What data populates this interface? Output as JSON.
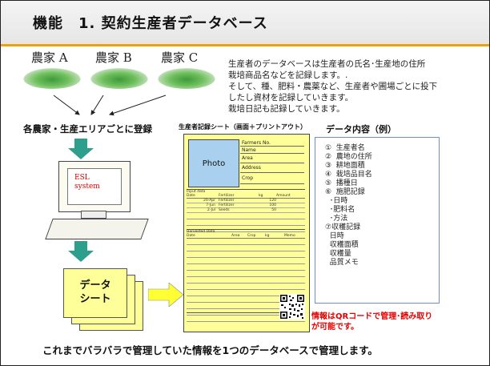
{
  "title": "機能　1. 契約生産者データベース",
  "farmers": [
    "農家 A",
    "農家 B",
    "農家 C"
  ],
  "description_lines": [
    "生産者のデータベースは生産者の氏名･生産地の住所",
    "栽培商品名などを記録します。.",
    "そして、種、肥料・農薬など、生産者や圃場ごとに投下",
    "したし資材を記録していきます。",
    "栽培日記も記録していきます。"
  ],
  "register_label": "各農家・生産エリアごとに登録",
  "system_label": [
    "ESL",
    "system"
  ],
  "data_sheet_label": [
    "データ",
    "シート"
  ],
  "record_sheet": {
    "title": "生産者記録シート（画面＋プリントアウト）",
    "photo_label": "Photo",
    "fields": [
      "Farmers No.",
      "Name",
      "Area",
      "Address",
      "Crop"
    ],
    "input_section": "Input data",
    "input_headers": [
      "Date",
      "Fertilizer",
      "kg",
      "Amount"
    ],
    "input_rows": [
      [
        "20-Apr",
        "Fertilizer",
        "120",
        ""
      ],
      [
        "7-Jun",
        "Fertilizer",
        "100",
        ""
      ],
      [
        "2-Jul",
        "Seeds",
        "50",
        ""
      ]
    ],
    "harvest_section": "Harvested Data",
    "harvest_headers": [
      "Date",
      "Area",
      "Crop",
      "kg",
      "Memo"
    ]
  },
  "data_content": {
    "title": "データ内容（例）",
    "items": [
      "①  生産者名",
      "②  農地の住所",
      "③  耕地面積",
      "④  栽培品目名",
      "⑤  播種日",
      "",
      "⑥  施肥記録",
      "  ･日時",
      "  ･肥料名",
      "  ･方法",
      "",
      "⑦収穫記録",
      "  日時",
      "  収穫面積",
      "  収穫量",
      "  品質メモ"
    ]
  },
  "qr_note": [
    "情報はQRコードで管理･読み取り",
    "が可能です。"
  ],
  "bottom_message": "これまでバラバラで管理していた情報を1つのデータベースで管理します。"
}
